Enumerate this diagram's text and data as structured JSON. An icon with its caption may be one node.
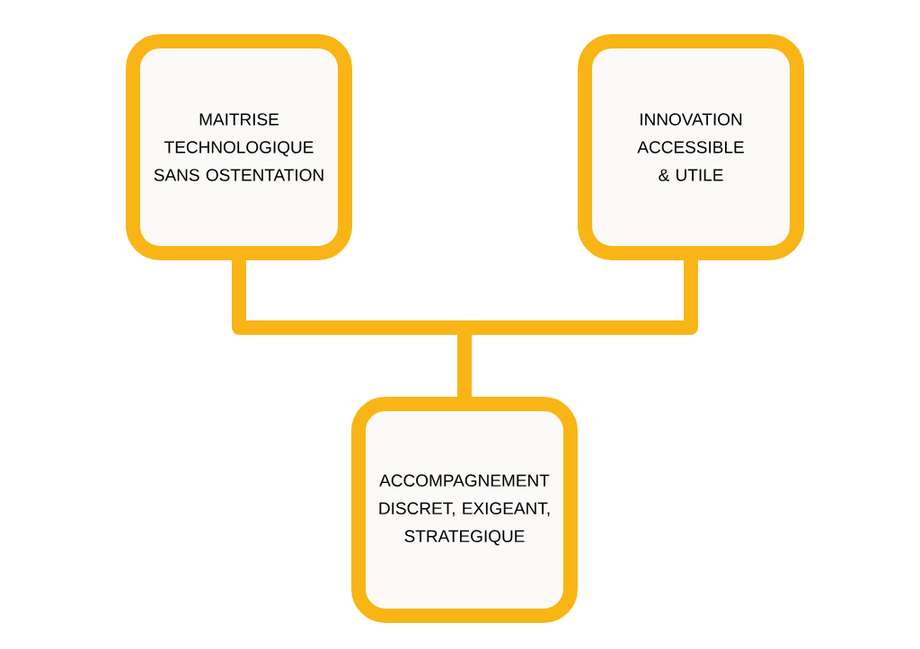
{
  "diagram": {
    "nodes": [
      {
        "text": [
          "MAITRISE TECHNOLOGIQUE SANS OSTENTATION"
        ]
      },
      {
        "text": [
          "INNOVATION ACCESSIBLE & UTILE"
        ]
      },
      {
        "text": [
          "ACCOMPAGNEMENT DISCRET, EXIGEANT, STRATEGIQUE"
        ]
      }
    ],
    "edges": [
      {
        "from": 0,
        "to": 2,
        "arrow": "none"
      },
      {
        "from": 1,
        "to": 2,
        "arrow": "none"
      }
    ]
  }
}
